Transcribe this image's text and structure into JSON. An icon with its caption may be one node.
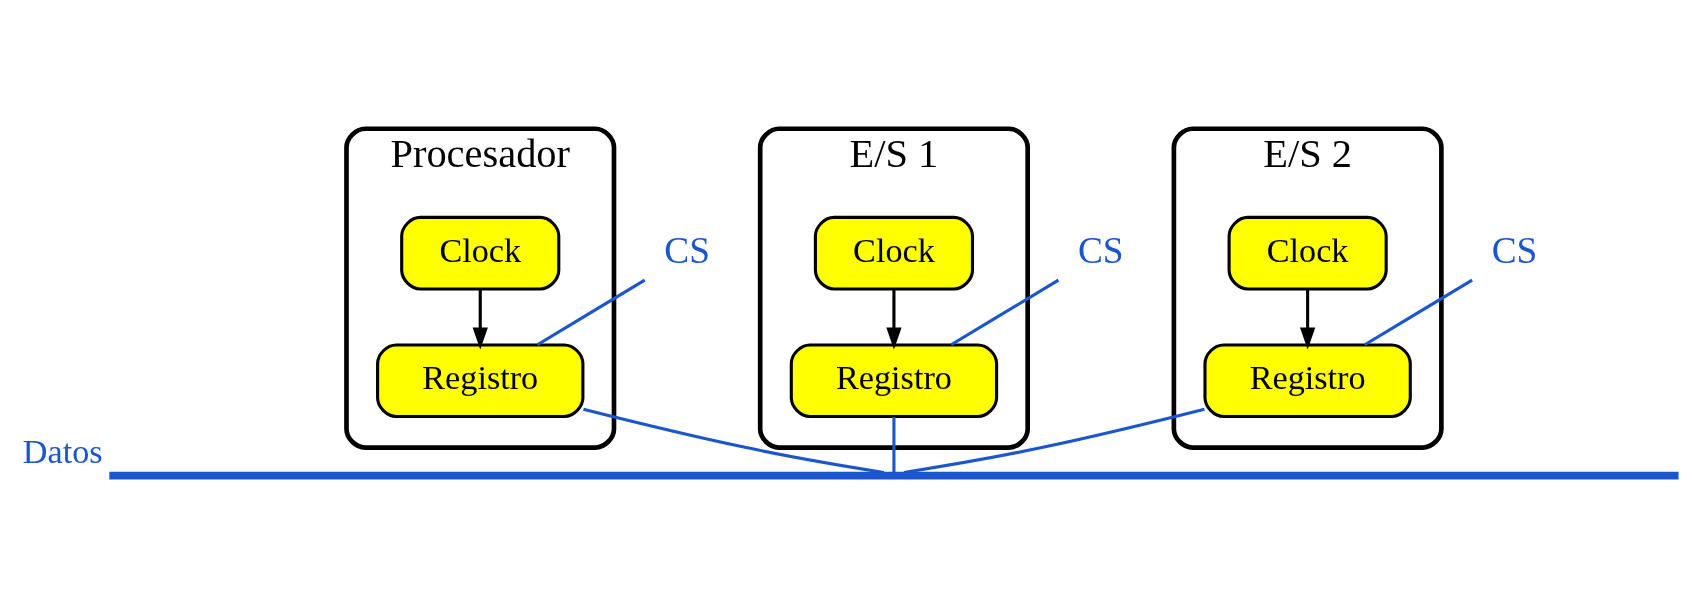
{
  "diagram": {
    "nodes": [
      {
        "text": [
          "Procesador"
        ]
      },
      {
        "text": [
          "Clock"
        ],
        "in": 0
      },
      {
        "text": [
          "Registro"
        ],
        "in": 0
      },
      {
        "text": [
          "E/S 1"
        ]
      },
      {
        "text": [
          "Clock"
        ],
        "in": 3
      },
      {
        "text": [
          "Registro"
        ],
        "in": 3
      },
      {
        "text": [
          "E/S 2"
        ]
      },
      {
        "text": [
          "Clock"
        ],
        "in": 6
      },
      {
        "text": [
          "Registro"
        ],
        "in": 6
      },
      {
        "text": [
          "CS"
        ]
      },
      {
        "text": [
          "CS"
        ]
      },
      {
        "text": [
          "CS"
        ]
      },
      {
        "text": [],
        "shape": "bar",
        "beside": [
          "Datos"
        ]
      }
    ],
    "edges": [
      {
        "from": 1,
        "to": 2,
        "arrow": "to",
        "color": "#000000"
      },
      {
        "from": 4,
        "to": 5,
        "arrow": "to",
        "color": "#000000"
      },
      {
        "from": 7,
        "to": 8,
        "arrow": "to",
        "color": "#000000"
      },
      {
        "from": 9,
        "to": 2,
        "arrow": "none",
        "color": "#1a56cc"
      },
      {
        "from": 10,
        "to": 5,
        "arrow": "none",
        "color": "#1a56cc"
      },
      {
        "from": 11,
        "to": 8,
        "arrow": "none",
        "color": "#1a56cc"
      },
      {
        "from": 2,
        "to": 12,
        "arrow": "none",
        "color": "#1a56cc"
      },
      {
        "from": 5,
        "to": 12,
        "arrow": "none",
        "color": "#1a56cc"
      },
      {
        "from": 8,
        "to": 12,
        "arrow": "none",
        "color": "#1a56cc"
      }
    ]
  }
}
